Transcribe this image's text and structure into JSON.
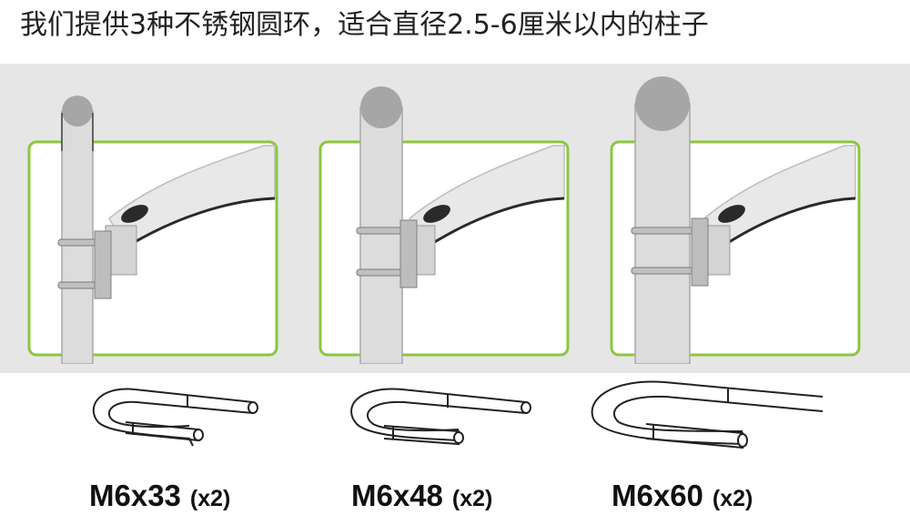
{
  "headline": "我们提供3种不锈钢圆环，适合直径2.5-6厘米以内的柱子",
  "colors": {
    "band": "#e6e6e6",
    "frame": "#8cc63f",
    "pole": "#dcdcdc",
    "pole_shadow": "#a8a8a8",
    "arm": "#e4e4e4",
    "arm_dark": "#2a2a2a",
    "text": "#111111"
  },
  "clamps": [
    {
      "model": "M6x33",
      "qty": "(x2)",
      "icon": "u-bolt-small-icon"
    },
    {
      "model": "M6x48",
      "qty": "(x2)",
      "icon": "u-bolt-medium-icon"
    },
    {
      "model": "M6x60",
      "qty": "(x2)",
      "icon": "u-bolt-large-icon"
    }
  ]
}
